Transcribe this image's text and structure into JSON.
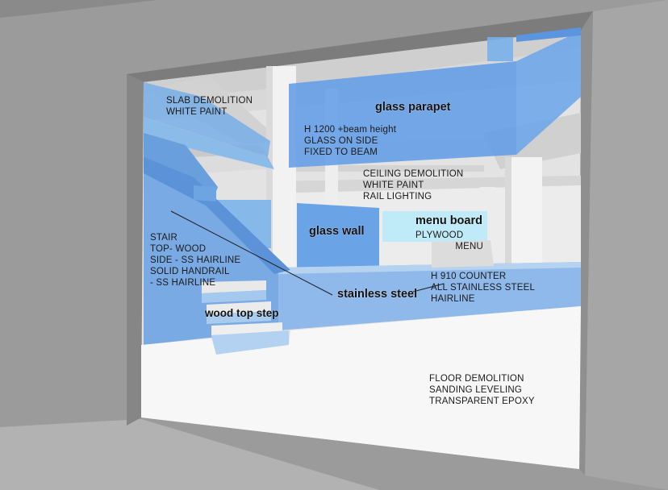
{
  "annotations": {
    "slab": {
      "lines": [
        "SLAB DEMOLITION",
        "WHITE PAINT"
      ]
    },
    "parapet_spec": {
      "lines": [
        "H 1200 +beam height",
        "GLASS ON SIDE",
        "FIXED TO BEAM"
      ]
    },
    "ceiling": {
      "lines": [
        "CEILING DEMOLITION",
        "WHITE PAINT",
        "RAIL LIGHTING"
      ]
    },
    "menu_spec": {
      "lines": [
        "PLYWOOD",
        "MENU"
      ]
    },
    "stair": {
      "lines": [
        "STAIR",
        "TOP- WOOD",
        "SIDE - SS HAIRLINE",
        "SOLID HANDRAIL",
        "- SS HAIRLINE"
      ]
    },
    "counter": {
      "lines": [
        "H 910 COUNTER",
        "ALL STAINLESS STEEL",
        "HAIRLINE"
      ]
    },
    "floor": {
      "lines": [
        "FLOOR DEMOLITION",
        "SANDING LEVELING",
        "TRANSPARENT EPOXY"
      ]
    }
  },
  "tags": {
    "glass_parapet": "glass parapet",
    "menu_board": "menu board",
    "glass_wall": "glass wall",
    "stainless_steel": "stainless steel",
    "wood_top_step": "wood top step"
  },
  "colors": {
    "facade": "#9a9a9a",
    "glass": "#6fa8e6",
    "menu_board": "#bfeaf7",
    "interior_white": "#f4f4f4"
  }
}
